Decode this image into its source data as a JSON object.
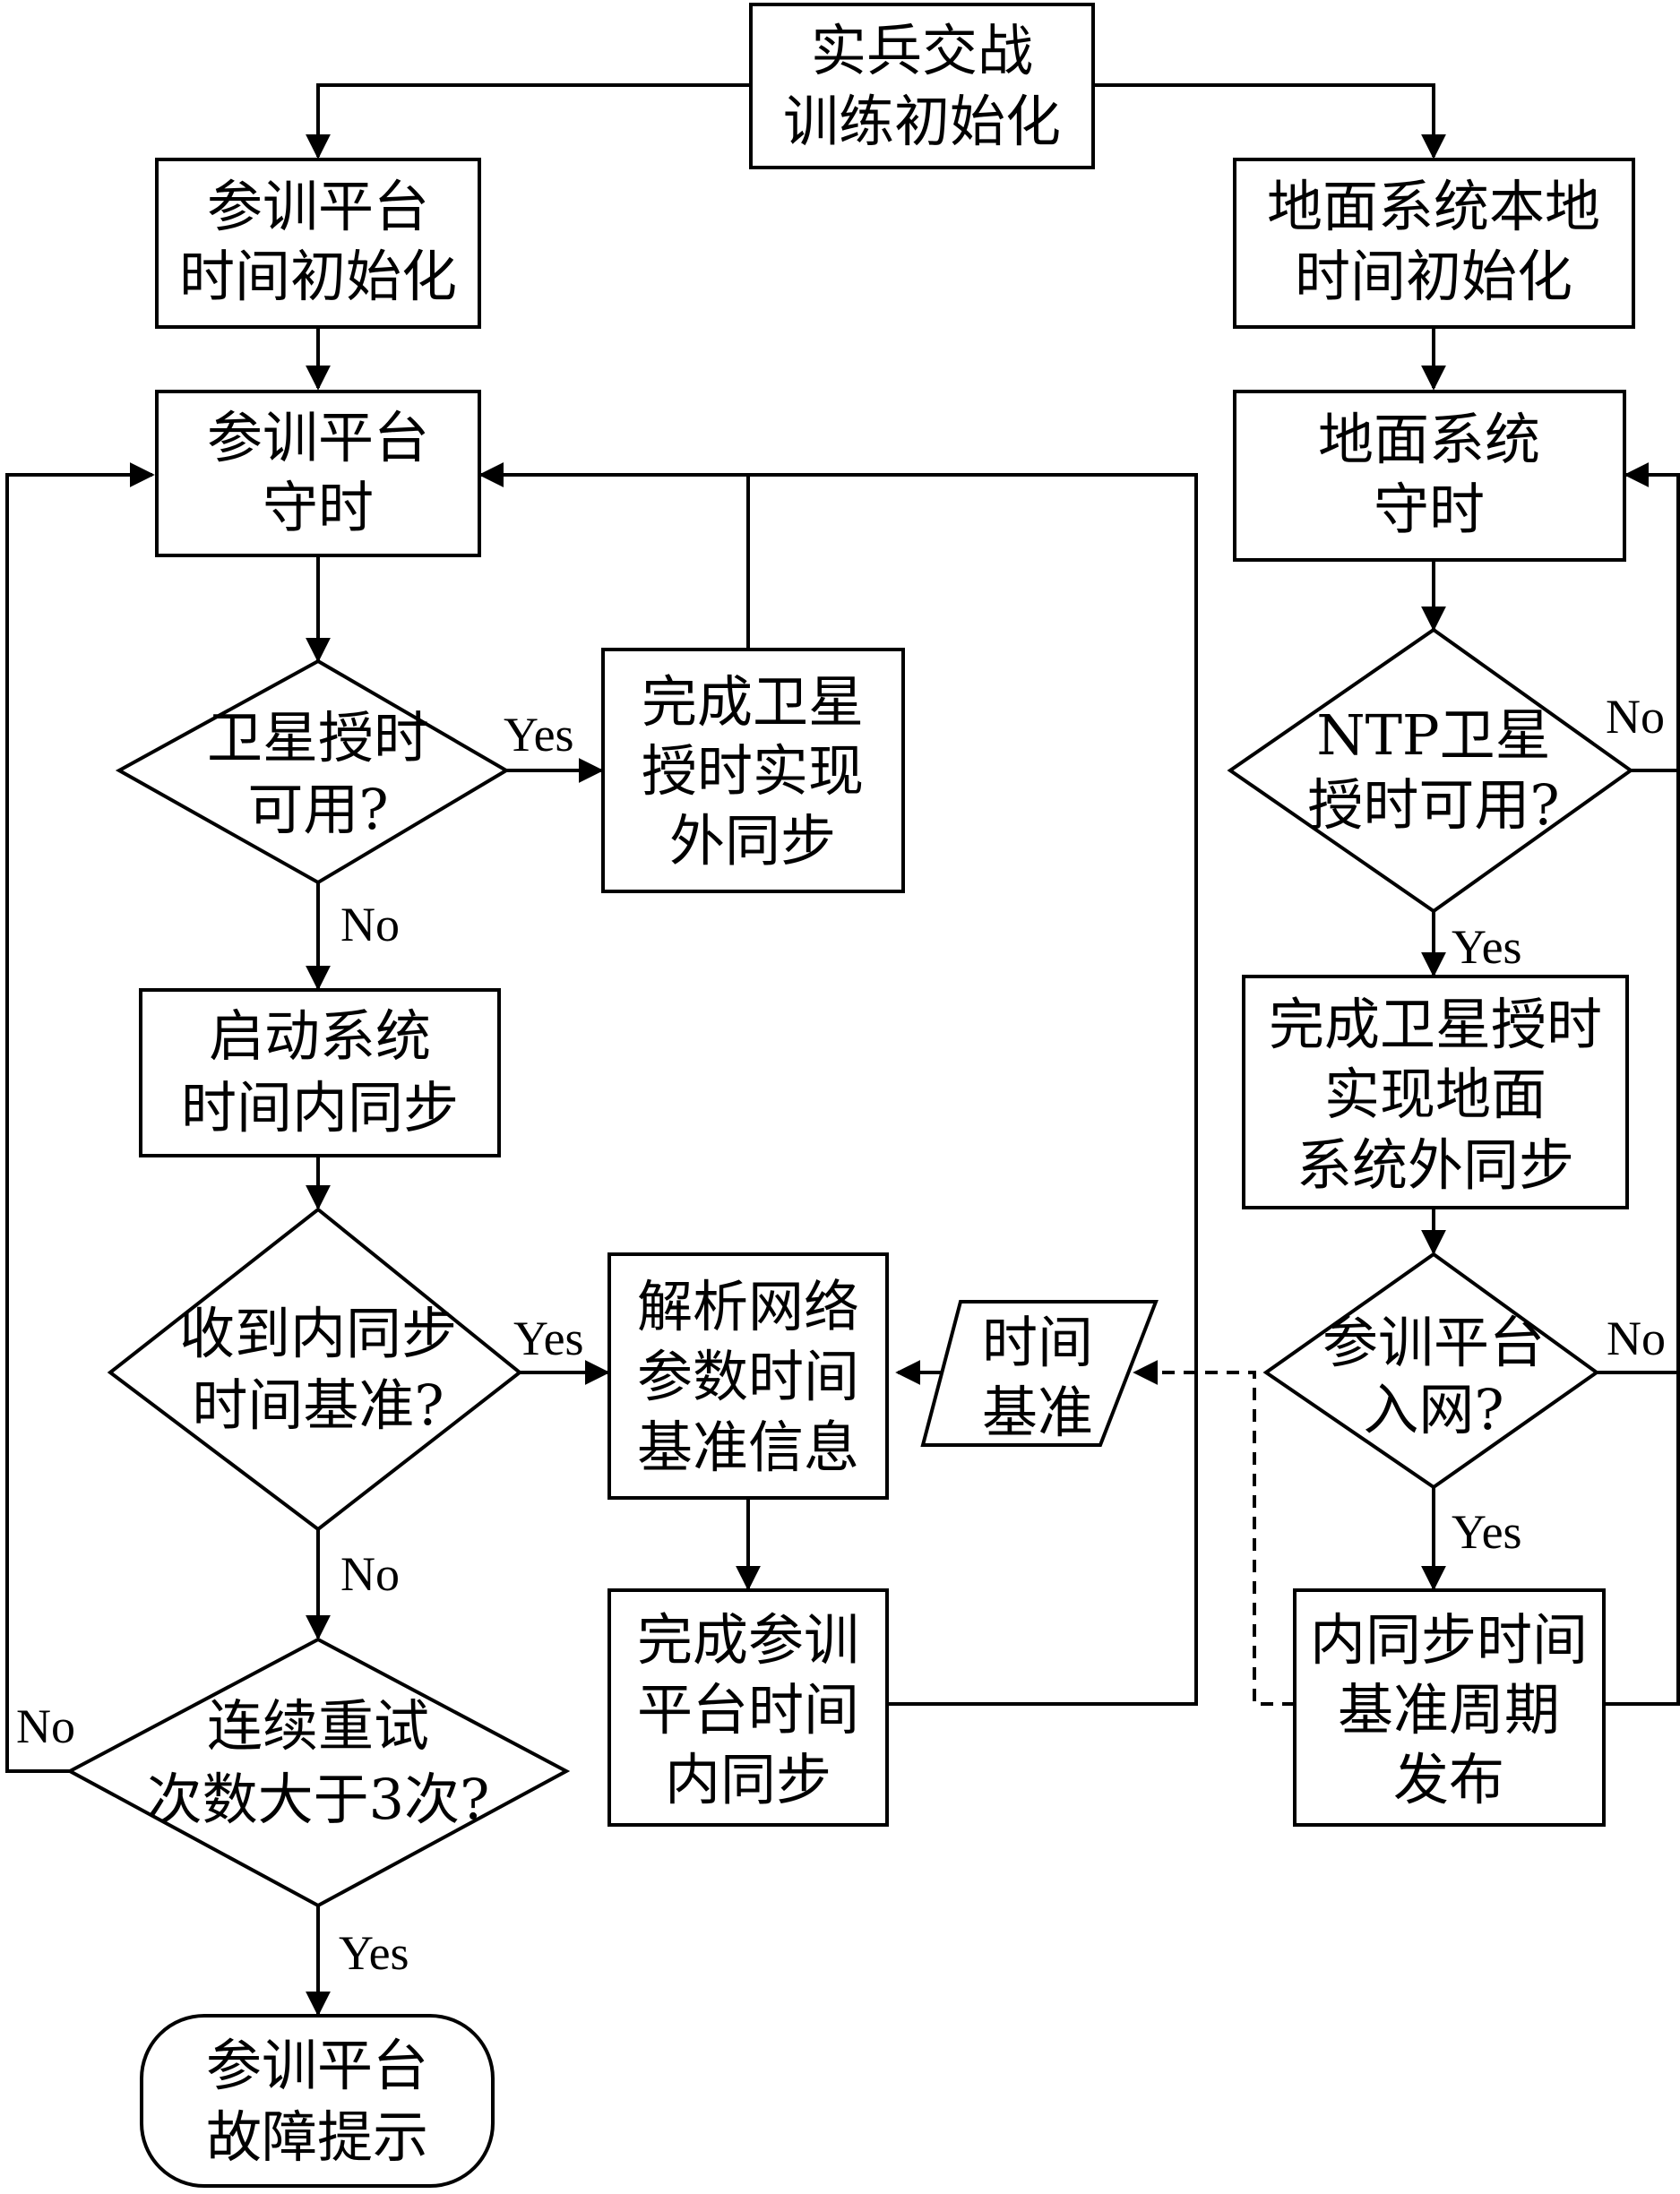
{
  "nodes": {
    "start": [
      "实兵交战",
      "训练初始化"
    ],
    "platform_time_init": [
      "参训平台",
      "时间初始化"
    ],
    "ground_time_init": [
      "地面系统本地",
      "时间初始化"
    ],
    "platform_keep_time": [
      "参训平台",
      "守时"
    ],
    "ground_keep_time": [
      "地面系统",
      "守时"
    ],
    "sat_available": [
      "卫星授时",
      "可用?"
    ],
    "sat_done": [
      "完成卫星",
      "授时实现",
      "外同步"
    ],
    "ntp_available": [
      "NTP卫星",
      "授时可用?"
    ],
    "ground_sat_done": [
      "完成卫星授时",
      "实现地面",
      "系统外同步"
    ],
    "start_internal": [
      "启动系统",
      "时间内同步"
    ],
    "received_ref": [
      "收到内同步",
      "时间基准?"
    ],
    "parse_info": [
      "解析网络",
      "参数时间",
      "基准信息"
    ],
    "time_ref": [
      "时间",
      "基准"
    ],
    "platform_join": [
      "参训平台",
      "入网?"
    ],
    "platform_internal_done": [
      "完成参训",
      "平台时间",
      "内同步"
    ],
    "publish_ref": [
      "内同步时间",
      "基准周期",
      "发布"
    ],
    "retry_check": [
      "连续重试",
      "次数大于3次?"
    ],
    "fault": [
      "参训平台",
      "故障提示"
    ]
  },
  "labels": {
    "yes_sat": "Yes",
    "no_sat": "No",
    "no_ntp": "No",
    "yes_ntp": "Yes",
    "yes_received": "Yes",
    "no_received": "No",
    "no_join": "No",
    "yes_join": "Yes",
    "no_retry": "No",
    "yes_retry": "Yes"
  }
}
